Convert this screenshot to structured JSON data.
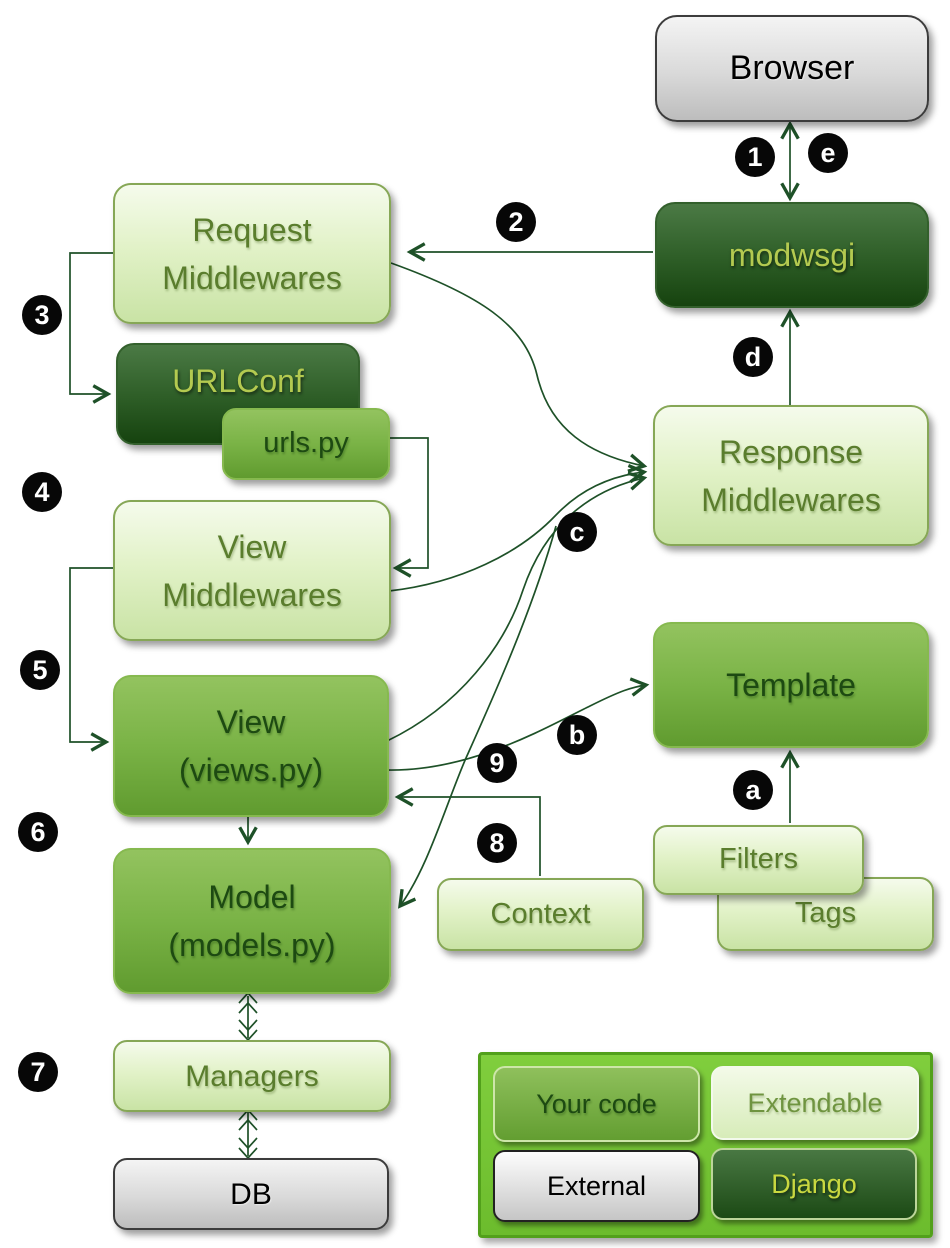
{
  "boxes": {
    "browser": {
      "label": "Browser"
    },
    "modwsgi": {
      "label": "modwsgi"
    },
    "request_mw": {
      "line1": "Request",
      "line2": "Middlewares"
    },
    "urlconf": {
      "label": "URLConf"
    },
    "urls_py": {
      "label": "urls.py"
    },
    "view_mw": {
      "line1": "View",
      "line2": "Middlewares"
    },
    "view": {
      "line1": "View",
      "line2": "(views.py)"
    },
    "model": {
      "line1": "Model",
      "line2": "(models.py)"
    },
    "managers": {
      "label": "Managers"
    },
    "db": {
      "label": "DB"
    },
    "response_mw": {
      "line1": "Response",
      "line2": "Middlewares"
    },
    "template": {
      "label": "Template"
    },
    "filters": {
      "label": "Filters"
    },
    "tags": {
      "label": "Tags"
    },
    "context": {
      "label": "Context"
    }
  },
  "markers": {
    "m1": "1",
    "m2": "2",
    "m3": "3",
    "m4": "4",
    "m5": "5",
    "m6": "6",
    "m7": "7",
    "m8": "8",
    "m9": "9",
    "ma": "a",
    "mb": "b",
    "mc": "c",
    "md": "d",
    "me": "e"
  },
  "legend": {
    "your_code": "Your code",
    "extendable": "Extendable",
    "external": "External",
    "django": "Django"
  },
  "colors": {
    "arrow_line": "#1e5128",
    "marker_bg": "#070707",
    "marker_text": "#ffffff",
    "pale_box_top": "#f5fbec",
    "pale_box_bottom": "#c9e3a5",
    "mid_box_top": "#93c35f",
    "mid_box_bottom": "#609b2f",
    "dark_box_top": "#4b7a45",
    "dark_box_bottom": "#16430f",
    "dark_box_text": "#b4ca50",
    "gray_box_top": "#f4f4f4",
    "gray_box_bottom": "#bdbdbd",
    "legend_bg": "#6cbc2d"
  }
}
